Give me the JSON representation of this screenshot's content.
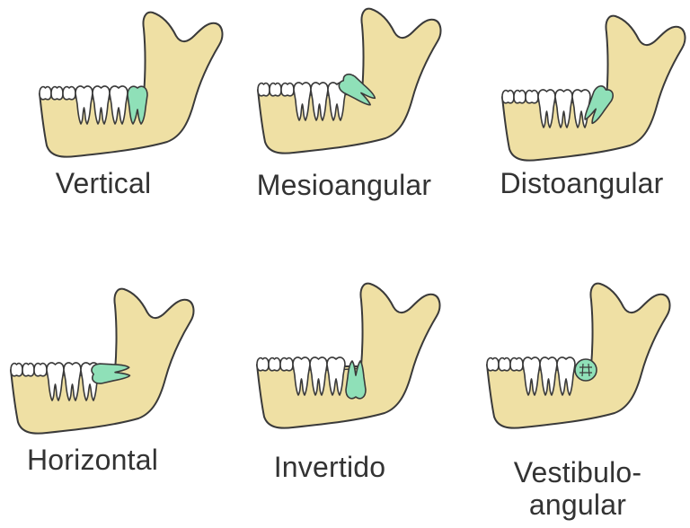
{
  "colors": {
    "bone": "#efe0a4",
    "outline": "#3a3a3a",
    "tooth": "#ffffff",
    "impacted": "#8fe0b8",
    "text": "#333333"
  },
  "panels": [
    {
      "id": "vertical",
      "label": "Vertical",
      "type": "vertical"
    },
    {
      "id": "mesioangular",
      "label": "Mesioangular",
      "type": "mesioangular"
    },
    {
      "id": "distoangular",
      "label": "Distoangular",
      "type": "distoangular"
    },
    {
      "id": "horizontal",
      "label": "Horizontal",
      "type": "horizontal"
    },
    {
      "id": "invertido",
      "label": "Invertido",
      "type": "invertido"
    },
    {
      "id": "vestibulo-angular",
      "label_lines": [
        "Vestibulo-",
        "angular"
      ],
      "type": "vestibulo"
    }
  ]
}
